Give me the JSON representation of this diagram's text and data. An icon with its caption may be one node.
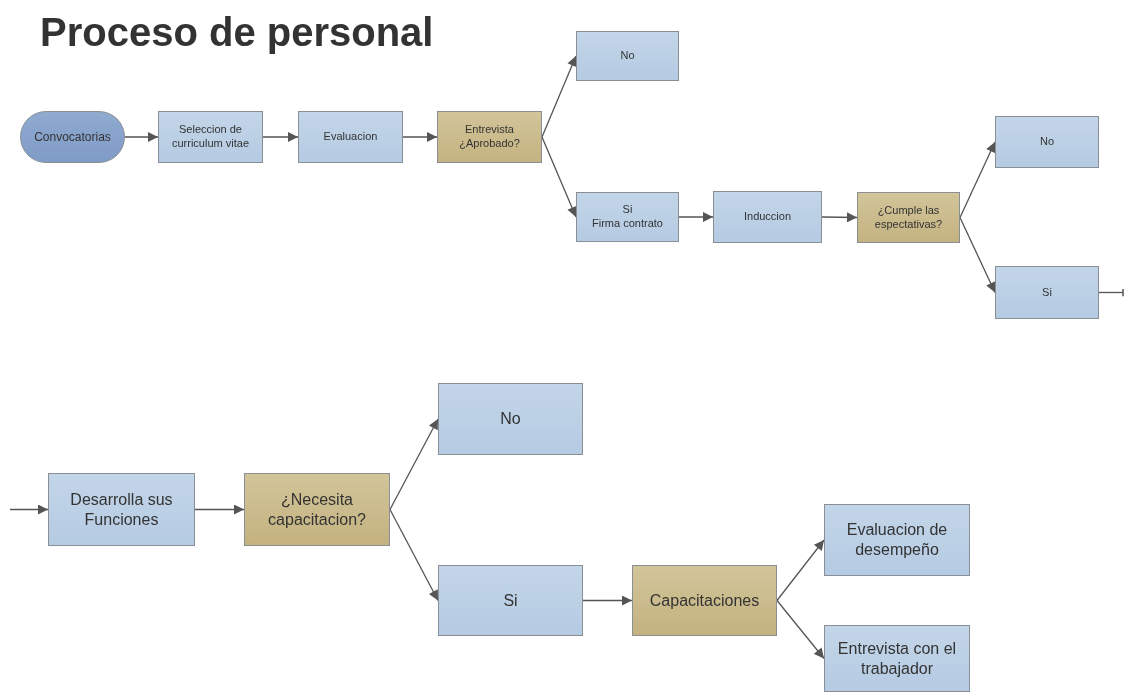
{
  "diagram": {
    "title": "Proceso de personal",
    "nodes": [
      {
        "text": [
          "Convocatorias"
        ]
      },
      {
        "text": [
          "Seleccion de curriculum vitae"
        ]
      },
      {
        "text": [
          "Evaluacion"
        ]
      },
      {
        "text": [
          "Entrevista ¿Aprobado?"
        ]
      },
      {
        "text": [
          "No"
        ]
      },
      {
        "text": [
          "Si",
          "Firma contrato"
        ]
      },
      {
        "text": [
          "Induccion"
        ]
      },
      {
        "text": [
          "¿Cumple las espectativas?"
        ]
      },
      {
        "text": [
          "No"
        ]
      },
      {
        "text": [
          "Si"
        ]
      },
      {
        "text": [
          "Desarrolla sus Funciones"
        ]
      },
      {
        "text": [
          "¿Necesita capacitacion?"
        ]
      },
      {
        "text": [
          "No"
        ]
      },
      {
        "text": [
          "Si"
        ]
      },
      {
        "text": [
          "Capacitaciones"
        ]
      },
      {
        "text": [
          "Evaluacion de desempeño"
        ]
      },
      {
        "text": [
          "Entrevista con el trabajador"
        ]
      }
    ],
    "edges": [
      {
        "from": 0,
        "to": 1,
        "arrow": "to"
      },
      {
        "from": 1,
        "to": 2,
        "arrow": "to"
      },
      {
        "from": 2,
        "to": 3,
        "arrow": "to"
      },
      {
        "from": 3,
        "to": 4,
        "arrow": "to"
      },
      {
        "from": 3,
        "to": 5,
        "arrow": "to"
      },
      {
        "from": 5,
        "to": 6,
        "arrow": "to"
      },
      {
        "from": 6,
        "to": 7,
        "arrow": "to"
      },
      {
        "from": 7,
        "to": 8,
        "arrow": "to"
      },
      {
        "from": 7,
        "to": 9,
        "arrow": "to"
      },
      {
        "from": 9,
        "to": null,
        "arrow": "other"
      },
      {
        "from": null,
        "to": 10,
        "arrow": "to"
      },
      {
        "from": 10,
        "to": 11,
        "arrow": "to"
      },
      {
        "from": 11,
        "to": 12,
        "arrow": "to"
      },
      {
        "from": 11,
        "to": 13,
        "arrow": "to"
      },
      {
        "from": 13,
        "to": 14,
        "arrow": "to"
      },
      {
        "from": 14,
        "to": 15,
        "arrow": "to"
      },
      {
        "from": 14,
        "to": 16,
        "arrow": "to"
      }
    ]
  }
}
